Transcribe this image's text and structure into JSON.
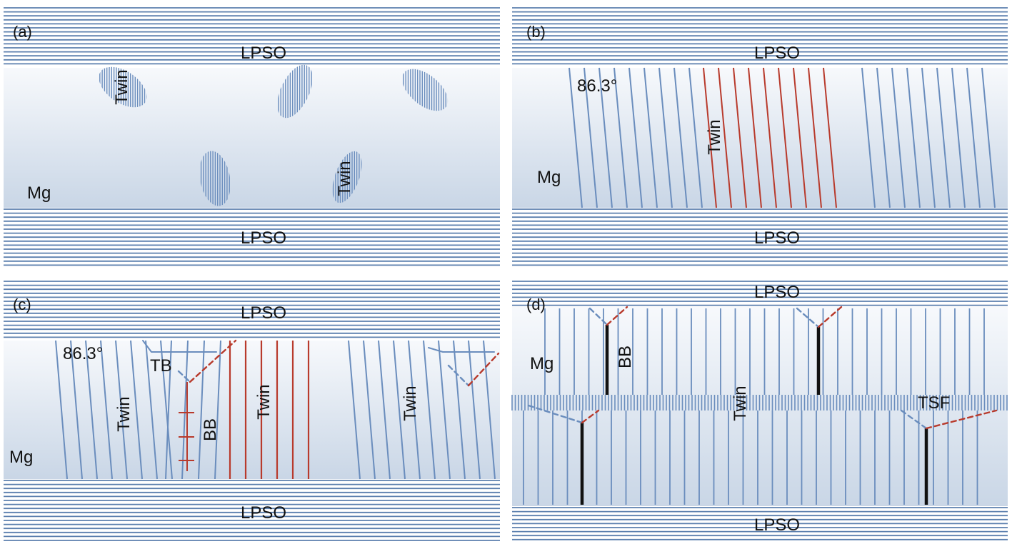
{
  "colors": {
    "lpso_line": "#5b7fae",
    "matrix_line": "#6a8dbd",
    "twin_line": "#b83a2c",
    "bb_line": "#111111",
    "matrix_top": "#f7f9fc",
    "matrix_bottom": "#c9d6e6"
  },
  "panels": [
    {
      "id": "a",
      "letter": "(a)",
      "lpso_top": "LPSO",
      "lpso_bottom": "LPSO",
      "matrix": "Mg",
      "twin_1": "Twin",
      "twin_2": "Twin"
    },
    {
      "id": "b",
      "letter": "(b)",
      "lpso_top": "LPSO",
      "lpso_bottom": "LPSO",
      "matrix": "Mg",
      "angle": "86.3°",
      "twin_1": "Twin"
    },
    {
      "id": "c",
      "letter": "(c)",
      "lpso_top": "LPSO",
      "lpso_bottom": "LPSO",
      "matrix": "Mg",
      "angle": "86.3°",
      "tb": "TB",
      "bb": "BB",
      "twin_1": "Twin",
      "twin_2": "Twin",
      "twin_3": "Twin"
    },
    {
      "id": "d",
      "letter": "(d)",
      "lpso_top": "LPSO",
      "lpso_bottom": "LPSO",
      "matrix": "Mg",
      "bb": "BB",
      "twin_1": "Twin",
      "tsf": "TSF"
    }
  ]
}
